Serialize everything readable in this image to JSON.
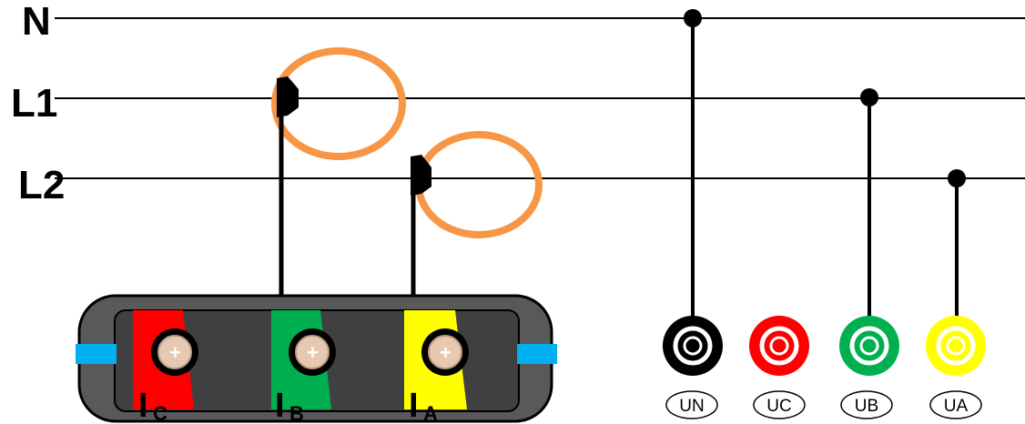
{
  "lines": [
    {
      "id": "N",
      "label": "N"
    },
    {
      "id": "L1",
      "label": "L1"
    },
    {
      "id": "L2",
      "label": "L2"
    }
  ],
  "current_inputs": [
    {
      "main": "I",
      "sub": "C",
      "color": "#ff0000"
    },
    {
      "main": "I",
      "sub": "B",
      "color": "#00b050"
    },
    {
      "main": "I",
      "sub": "A",
      "color": "#ffff00"
    }
  ],
  "voltage_terminals": [
    {
      "label": "UN",
      "color": "#000000"
    },
    {
      "label": "UC",
      "color": "#ff0000"
    },
    {
      "label": "UB",
      "color": "#00b050"
    },
    {
      "label": "UA",
      "color": "#ffff00"
    }
  ],
  "colors": {
    "clamp": "#f79646",
    "housing": "#595959",
    "housing_inner": "#404040",
    "connector": "#00b0f0",
    "terminal_face": "#e6c9b0"
  }
}
